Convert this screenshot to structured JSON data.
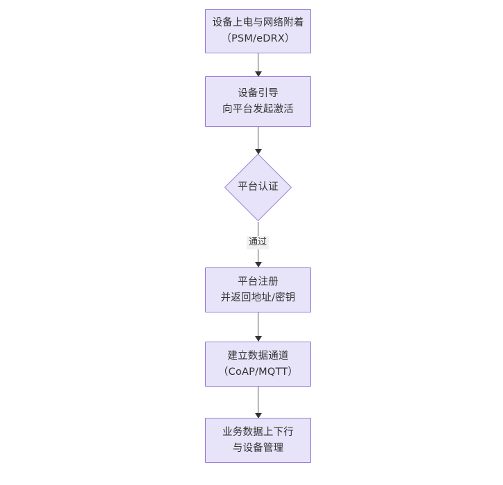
{
  "diagram": {
    "type": "flowchart",
    "orientation": "top-to-bottom",
    "title": "",
    "background_color": "#ffffff",
    "node_fill_color": "#e7e3f8",
    "node_border_color": "#9a7fd6",
    "text_color": "#333333",
    "edge_color": "#4d4d4d",
    "edge_label_background": "#f0f0f0",
    "nodes": [
      {
        "id": "n1",
        "shape": "rectangle",
        "label": "设备上电与网络附着\n（PSM/eDRX）",
        "line1": "设备上电与网络附着",
        "line2": "（PSM/eDRX）"
      },
      {
        "id": "n2",
        "shape": "rectangle",
        "label": "设备引导\n向平台发起激活",
        "line1": "设备引导",
        "line2": "向平台发起激活"
      },
      {
        "id": "n3",
        "shape": "diamond",
        "label": "平台认证",
        "line1": "平台认证",
        "line2": ""
      },
      {
        "id": "n4",
        "shape": "rectangle",
        "label": "平台注册\n并返回地址/密钥",
        "line1": "平台注册",
        "line2": "并返回地址/密钥"
      },
      {
        "id": "n5",
        "shape": "rectangle",
        "label": "建立数据通道\n（CoAP/MQTT）",
        "line1": "建立数据通道",
        "line2": "（CoAP/MQTT）"
      },
      {
        "id": "n6",
        "shape": "rectangle",
        "label": "业务数据上下行\n与设备管理",
        "line1": "业务数据上下行",
        "line2": "与设备管理"
      }
    ],
    "edges": [
      {
        "id": "e1",
        "from": "n1",
        "to": "n2",
        "label": ""
      },
      {
        "id": "e2",
        "from": "n2",
        "to": "n3",
        "label": ""
      },
      {
        "id": "e3",
        "from": "n3",
        "to": "n4",
        "label": "通过"
      },
      {
        "id": "e4",
        "from": "n4",
        "to": "n5",
        "label": ""
      },
      {
        "id": "e5",
        "from": "n5",
        "to": "n6",
        "label": ""
      }
    ]
  }
}
